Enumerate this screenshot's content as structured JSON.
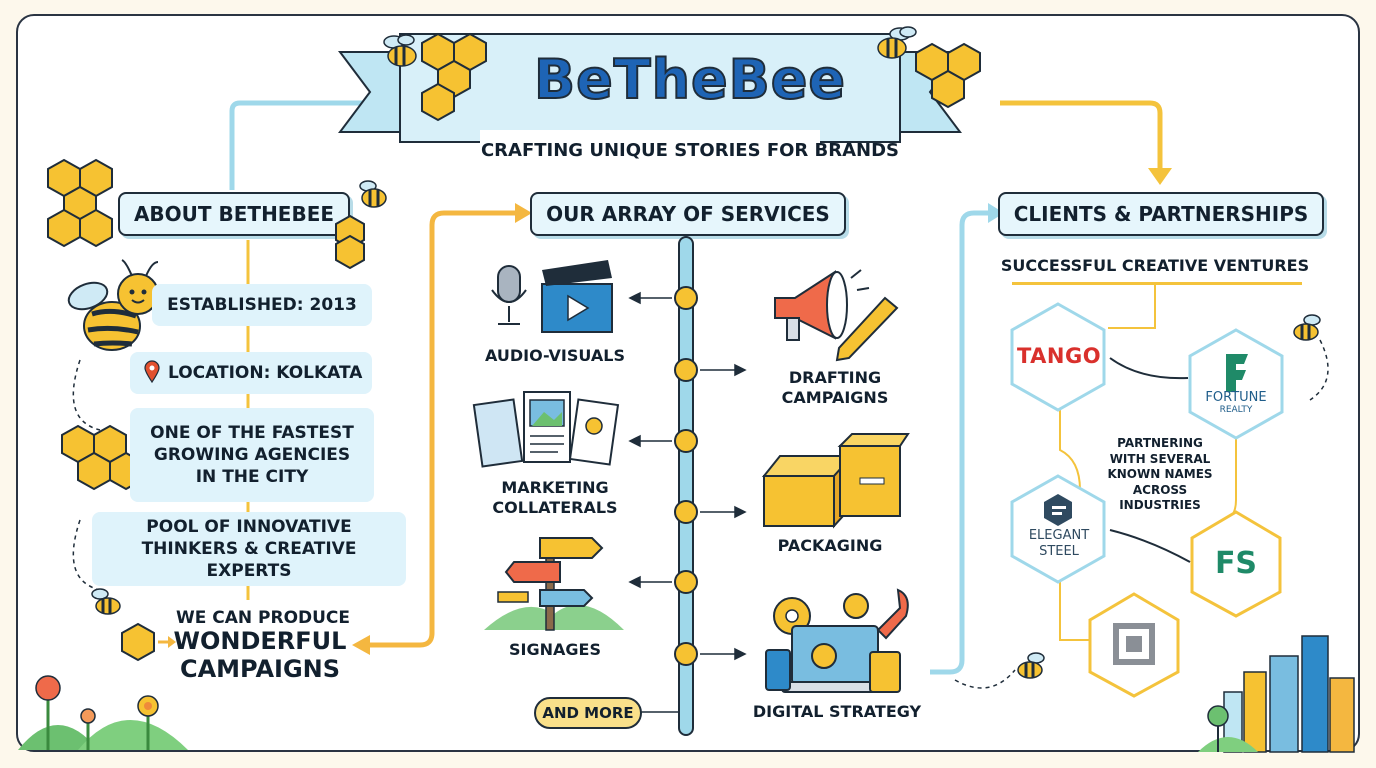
{
  "title": "BeTheBee",
  "tagline": "CRAFTING UNIQUE STORIES FOR BRANDS",
  "about": {
    "header": "ABOUT BETHEBEE",
    "established": "ESTABLISHED: 2013",
    "location": "LOCATION: KOLKATA",
    "fastest": "ONE OF THE FASTEST GROWING AGENCIES IN THE CITY",
    "pool": "POOL OF INNOVATIVE THINKERS & CREATIVE EXPERTS",
    "produce_small": "WE CAN PRODUCE",
    "produce_big": "WONDERFUL CAMPAIGNS"
  },
  "services": {
    "header": "OUR ARRAY OF SERVICES",
    "items": [
      {
        "label": "AUDIO-VISUALS",
        "icon": "clapperboard-mic-icon"
      },
      {
        "label": "DRAFTING CAMPAIGNS",
        "icon": "megaphone-pencil-icon"
      },
      {
        "label": "MARKETING COLLATERALS",
        "icon": "brochures-icon"
      },
      {
        "label": "PACKAGING",
        "icon": "boxes-icon"
      },
      {
        "label": "SIGNAGES",
        "icon": "signpost-icon"
      },
      {
        "label": "DIGITAL STRATEGY",
        "icon": "devices-rocket-icon"
      }
    ],
    "more": "AND MORE"
  },
  "clients": {
    "header": "CLIENTS & PARTNERSHIPS",
    "subheader": "SUCCESSFUL CREATIVE VENTURES",
    "partnering": "PARTNERING WITH SEVERAL KNOWN NAMES ACROSS INDUSTRIES",
    "logos": {
      "tango": "TANGO",
      "fortune_line1": "FORTUNE",
      "fortune_line2": "REALTY",
      "elegant_line1": "ELEGANT",
      "elegant_line2": "STEEL",
      "fs": "FS"
    }
  },
  "colors": {
    "honey": "#f6c232",
    "sky": "#9fd8ea",
    "navy": "#1f2d3a",
    "orange": "#f4b740",
    "tango_red": "#d9302c",
    "fs_green": "#1f8a68",
    "title_blue": "#1e64b5"
  }
}
